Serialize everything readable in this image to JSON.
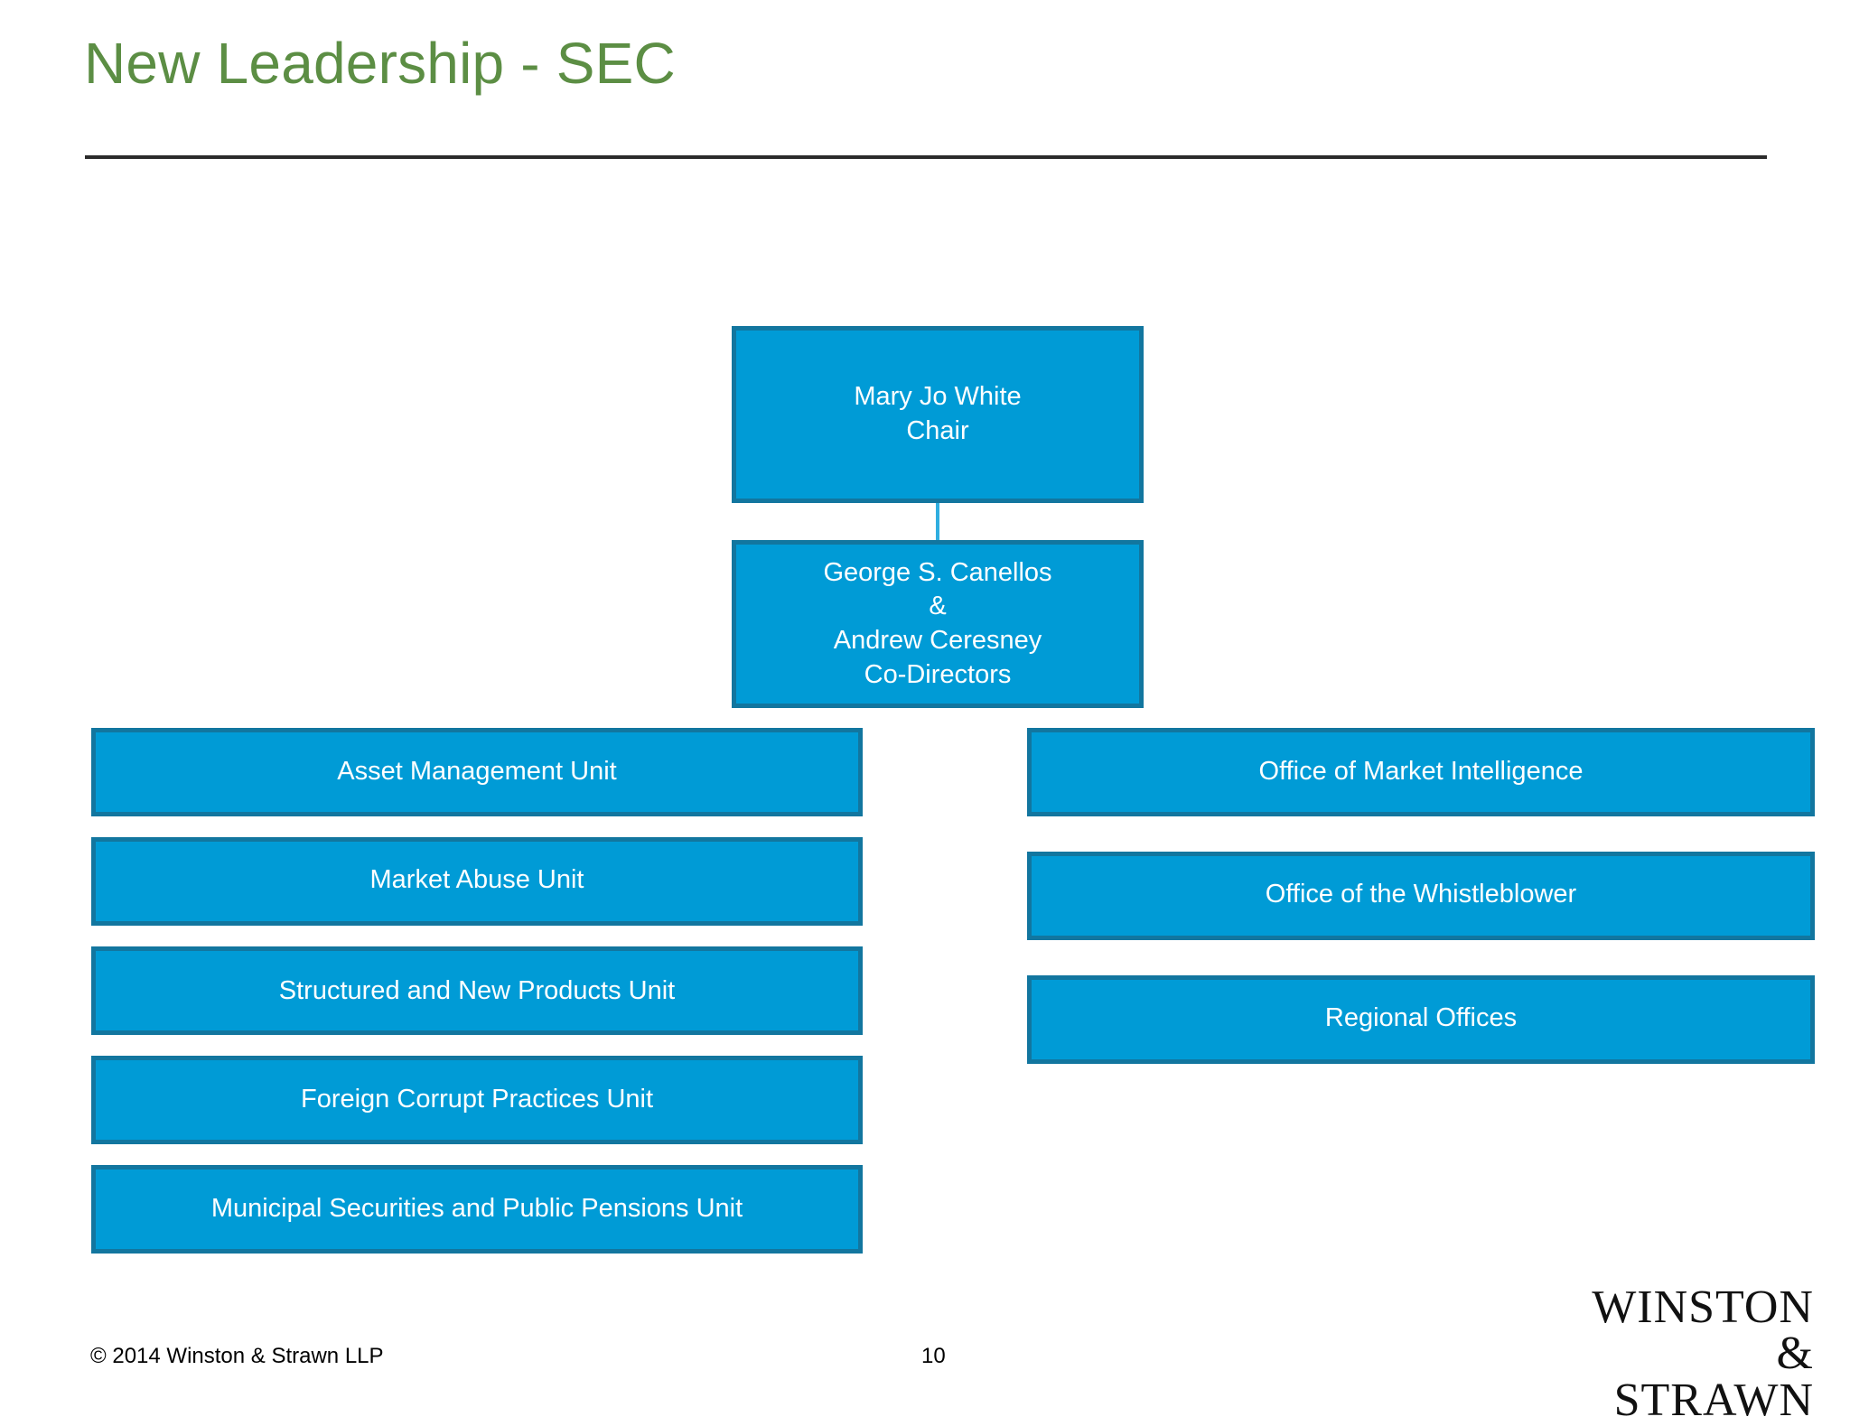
{
  "slide": {
    "title": "New Leadership - SEC",
    "page_number": "10",
    "copyright": "© 2014 Winston & Strawn LLP",
    "accent_green": "#5C8E44",
    "box_fill": "#009BD6",
    "box_border": "#12769F",
    "connector_color": "#2FAEE0",
    "rule_color": "#2b2b2b"
  },
  "logo": {
    "line1": "WINSTON",
    "line2": "& STRAWN"
  },
  "org_chart": {
    "chair": {
      "label": "Mary Jo White\nChair",
      "name": "Mary Jo White",
      "role": "Chair"
    },
    "co_directors": {
      "label": "George S. Canellos\n&\nAndrew Ceresney\nCo-Directors",
      "name_1": "George S. Canellos",
      "conjunction": "&",
      "name_2": "Andrew Ceresney",
      "role": "Co-Directors"
    },
    "left_column": [
      {
        "label": "Asset Management Unit"
      },
      {
        "label": "Market Abuse Unit"
      },
      {
        "label": "Structured and New Products Unit"
      },
      {
        "label": "Foreign Corrupt Practices Unit"
      },
      {
        "label": "Municipal Securities and Public Pensions Unit"
      }
    ],
    "right_column": [
      {
        "label": "Office of Market Intelligence"
      },
      {
        "label": "Office of the Whistleblower"
      },
      {
        "label": "Regional Offices"
      }
    ]
  }
}
